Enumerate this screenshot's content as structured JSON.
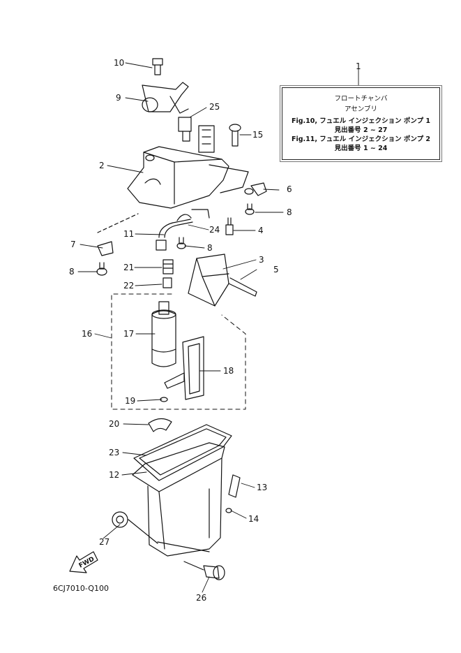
{
  "info_box": {
    "ref_number": "1",
    "title": "フロートチャンバ",
    "subtitle": "アセンブリ",
    "fig10": "Fig.10, フュエル インジェクション ポンプ 1",
    "fig10_ref": "見出番号 2 ~ 27",
    "fig11": "Fig.11, フュエル インジェクション ポンプ 2",
    "fig11_ref": "見出番号 1 ~ 24"
  },
  "callouts": {
    "c1": "1",
    "c2": "2",
    "c3": "3",
    "c4": "4",
    "c5": "5",
    "c6": "6",
    "c7": "7",
    "c8a": "8",
    "c8b": "8",
    "c8c": "8",
    "c9": "9",
    "c10": "10",
    "c11": "11",
    "c12": "12",
    "c13": "13",
    "c14": "14",
    "c15": "15",
    "c16": "16",
    "c17": "17",
    "c18": "18",
    "c19": "19",
    "c20": "20",
    "c21": "21",
    "c22": "22",
    "c23": "23",
    "c24": "24",
    "c25": "25",
    "c26": "26",
    "c27": "27"
  },
  "fwd_label": "FWD",
  "drawing_code": "6CJ7010-Q100"
}
